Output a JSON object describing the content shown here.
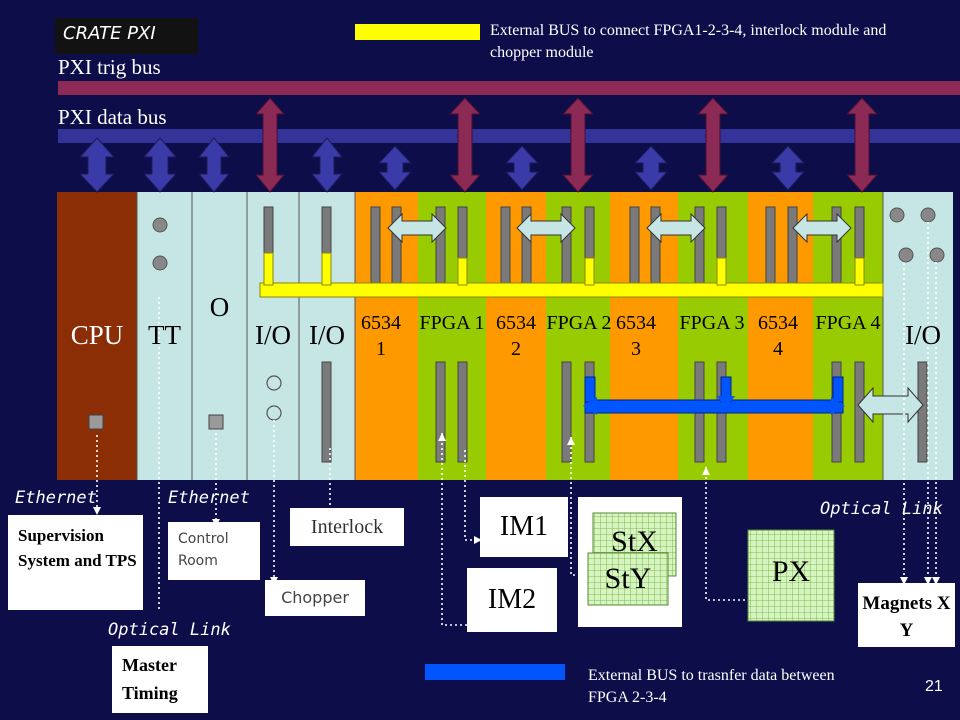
{
  "header": {
    "crate_label": "CRATE PXI",
    "trig_bus_label": "PXI trig bus",
    "data_bus_label": "PXI data bus"
  },
  "legend": {
    "yellow_bus_text": "External BUS to connect FPGA1-2-3-4, interlock module and chopper module",
    "blue_bus_text": "External BUS to trasnfer data between FPGA 2-3-4"
  },
  "slots": {
    "cpu": "CPU",
    "tt": "TT",
    "o": "O",
    "io1": "I/O",
    "io2": "I/O",
    "m6534_1": "6534 1",
    "fpga1": "FPGA 1",
    "m6534_2": "6534 2",
    "fpga2": "FPGA 2",
    "m6534_3": "6534 3",
    "fpga3": "FPGA 3",
    "m6534_4": "6534 4",
    "fpga4": "FPGA 4",
    "io3": "I/O"
  },
  "links": {
    "ethernet1": "Ethernet",
    "ethernet2": "Ethernet",
    "optical1": "Optical Link",
    "optical2": "Optical Link"
  },
  "boxes": {
    "supervision": "Supervision System and TPS",
    "control_room": "Control Room",
    "interlock": "Interlock",
    "chopper": "Chopper",
    "master_timing": "Master Timing",
    "im1": "IM1",
    "im2": "IM2",
    "stx": "StX",
    "sty": "StY",
    "px": "PX",
    "magnets": "Magnets X Y"
  },
  "page_number": "21",
  "colors": {
    "background": "#0d0d4a",
    "trig_bus": "#8a2a55",
    "data_bus": "#33339a",
    "cpu": "#8b2d05",
    "light_module": "#c6e6e6",
    "orange_module": "#ff9900",
    "green_module": "#99cc00",
    "yellow_bus": "#ffff00",
    "blue_bus": "#0055ff"
  }
}
